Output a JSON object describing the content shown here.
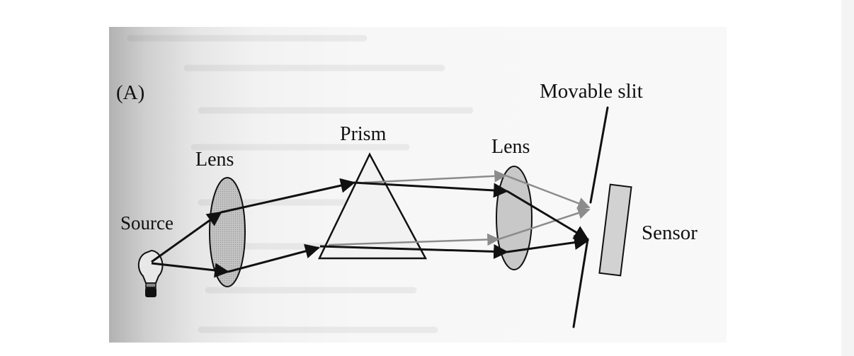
{
  "figure": {
    "panel_label": "(A)",
    "labels": {
      "source": "Source",
      "lens1": "Lens",
      "prism": "Prism",
      "lens2": "Lens",
      "movable_slit": "Movable slit",
      "sensor": "Sensor"
    },
    "colors": {
      "ray_main": "#111111",
      "ray_secondary": "#8c8c8c",
      "lens_fill": "#bdbdbd",
      "sensor_fill": "#d2d2d2"
    }
  }
}
